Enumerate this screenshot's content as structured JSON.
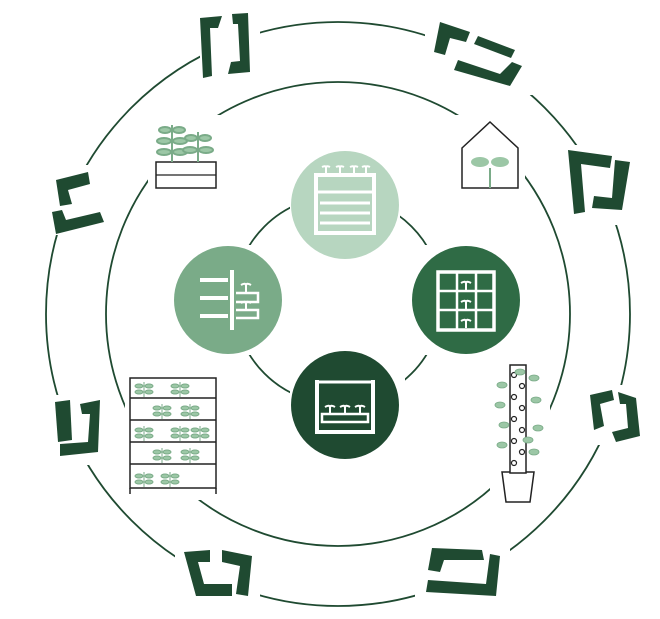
{
  "colors": {
    "dark": "#1f4a31",
    "medium": "#2f6b45",
    "light": "#7aab88",
    "pale": "#b7d6c0",
    "leaf": "#9cc7a6",
    "line": "#222222",
    "ring": "#1f4a31"
  },
  "rings": {
    "outer": "circle",
    "inner": "circle"
  },
  "center_icons": [
    {
      "name": "vertical-shelf-system",
      "tone": "pale"
    },
    {
      "name": "wall-mounted-system",
      "tone": "light"
    },
    {
      "name": "grid-wall-system",
      "tone": "medium"
    },
    {
      "name": "trough-bed-system",
      "tone": "dark"
    }
  ],
  "illustrations": [
    {
      "name": "raised-planter-icon"
    },
    {
      "name": "greenhouse-icon"
    },
    {
      "name": "shelf-rack-icon"
    },
    {
      "name": "tower-planter-icon"
    }
  ]
}
